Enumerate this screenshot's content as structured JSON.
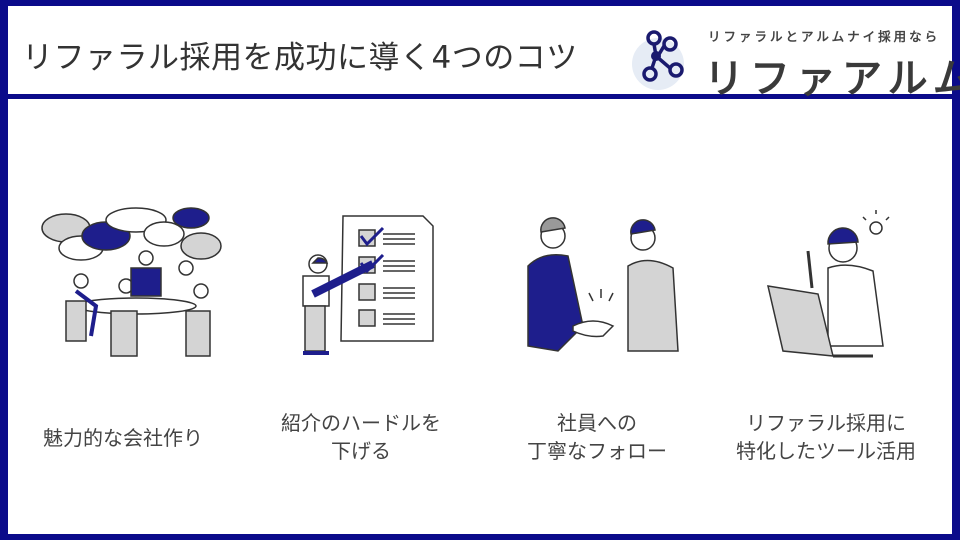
{
  "header": {
    "title": "リファラル採用を成功に導く4つのコツ",
    "logo_tagline": "リファラルとアルムナイ採用なら",
    "logo_name": "リファアルム"
  },
  "colors": {
    "accent": "#0b0b8a",
    "illustration_blue": "#1e1e8c",
    "gray_fill": "#d4d4d4"
  },
  "tips": [
    {
      "icon": "meeting-discussion-illustration",
      "line1": "魅力的な会社作り",
      "line2": ""
    },
    {
      "icon": "checklist-illustration",
      "line1": "紹介のハードルを",
      "line2": "下げる"
    },
    {
      "icon": "handshake-illustration",
      "line1": "社員への",
      "line2": "丁寧なフォロー"
    },
    {
      "icon": "laptop-idea-illustration",
      "line1": "リファラル採用に",
      "line2": "特化したツール活用"
    }
  ]
}
